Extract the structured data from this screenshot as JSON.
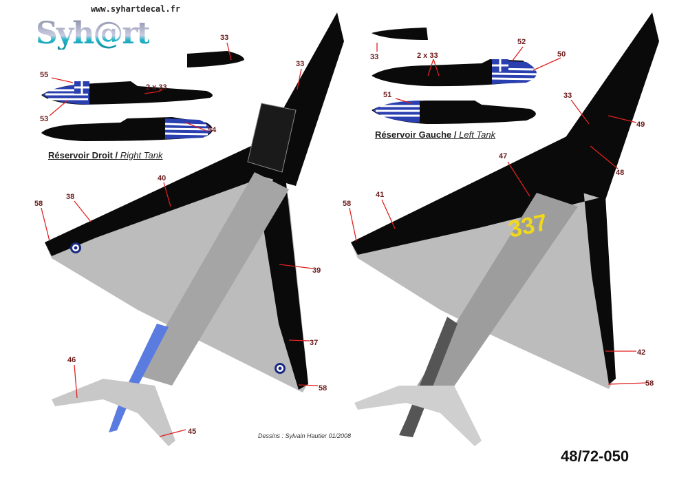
{
  "header": {
    "logo_text": "Syh@rt",
    "url": "www.syhartdecal.fr"
  },
  "tanks": {
    "right_caption_fr": "Réservoir Droit /",
    "right_caption_en": "Right Tank",
    "left_caption_fr": "Réservoir Gauche /",
    "left_caption_en": "Left Tank"
  },
  "aircraft": {
    "tail_number": "337"
  },
  "callouts": [
    "33",
    "55",
    "2 x 33",
    "53",
    "54",
    "33",
    "40",
    "38",
    "58",
    "39",
    "37",
    "46",
    "58",
    "45",
    "33",
    "52",
    "2 x 33",
    "50",
    "51",
    "33",
    "49",
    "48",
    "47",
    "41",
    "58",
    "42",
    "58"
  ],
  "footer": {
    "credit": "Dessins : Sylvain Hautier 01/2008",
    "sheet_code": "48/72-050"
  },
  "colors": {
    "black": "#0a0a0a",
    "grey": "#b9b9b9",
    "greek_blue": "#2a3fb0",
    "blue_panel": "#5a7be0",
    "callout": "#e02020",
    "yellow": "#f0d81a"
  }
}
